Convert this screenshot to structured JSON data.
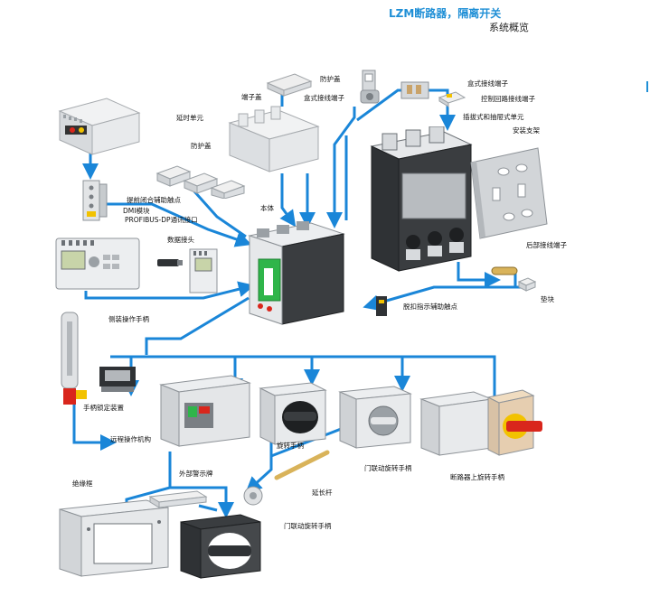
{
  "header": {
    "title": "LZM断路器，隔离开关",
    "subtitle": "系统概览"
  },
  "labels": {
    "delay_unit": "延时单元",
    "protective_cover_top": "防护盖",
    "terminal_cover": "端子盖",
    "box_terminal": "盒式接线端子",
    "box_terminal_2": "盒式接线端子",
    "control_circuit_terminal": "控制回路接线端子",
    "plugin_withdrawable_unit": "插拔式和抽屉式单元",
    "mounting_bracket": "安装支架",
    "protective_cover_mid": "防护盖",
    "early_make_aux_contact": "提前闭合辅助触点",
    "dmi_module": "DMI模块",
    "profibus_module": "PROFIBUS-DP通讯接口",
    "data_connector": "数据接头",
    "main_body": "本体",
    "rear_terminal": "后部接线端子",
    "spacer_block": "垫块",
    "trip_indicator_aux_contact": "脱扣指示辅助触点",
    "side_operating_handle": "侧装操作手柄",
    "handle_lock_device": "手柄锁定装置",
    "remote_operator": "远程操作机构",
    "rotary_handle": "旋转手柄",
    "door_coupling_rotary_handle": "门联动旋转手柄",
    "breaker_mounted_rotary_handle": "断路器上旋转手柄",
    "extension_shaft": "延长杆",
    "insulation_frame": "绝缘框",
    "external_indicator_plate": "外部警示牌",
    "door_coupling_rotary_handle_2": "门联动旋转手柄"
  },
  "colors": {
    "flow_line": "#1a86d8",
    "title": "#1f8fd6",
    "handle_red": "#d9261c",
    "handle_yellow": "#f2c200",
    "slider_green": "#2fb54a",
    "body_grey": "#e3e6e8",
    "dark_grey": "#3a3d40"
  }
}
